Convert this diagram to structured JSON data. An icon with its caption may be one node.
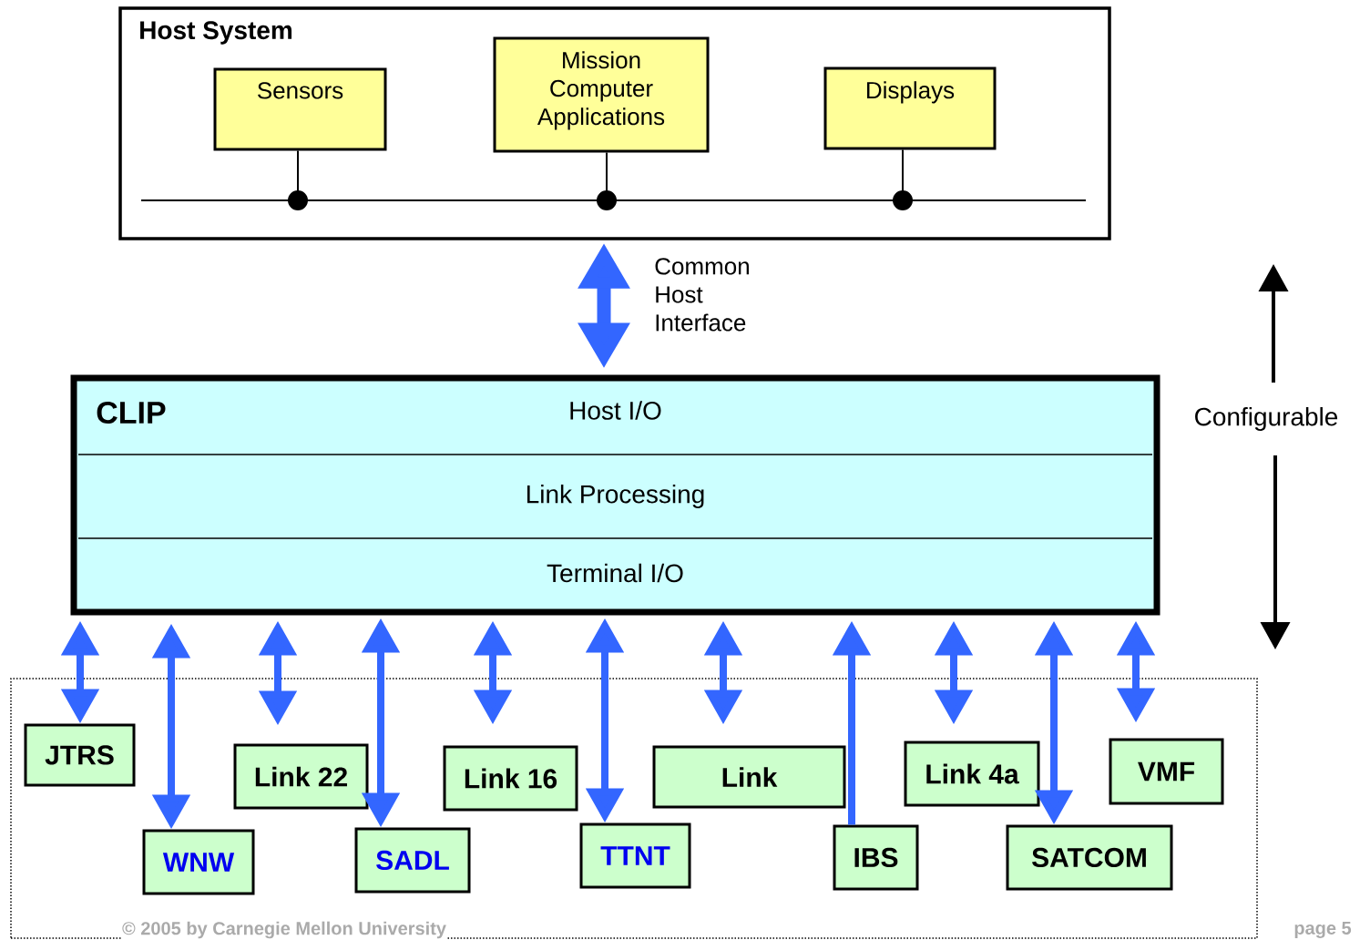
{
  "diagram": {
    "nodes": [
      {
        "text": [
          "Host System"
        ]
      },
      {
        "text": [
          "Sensors"
        ],
        "in": 0
      },
      {
        "text": [
          "Mission Computer Applications"
        ],
        "in": 0
      },
      {
        "text": [
          "Displays"
        ],
        "in": 0
      },
      {
        "text": [],
        "shape": "bar",
        "in": 0
      },
      {
        "text": [
          "CLIP"
        ]
      },
      {
        "text": [
          "Host I/O"
        ],
        "in": 5
      },
      {
        "text": [
          "Link Processing"
        ],
        "in": 5
      },
      {
        "text": [
          "Terminal I/O"
        ],
        "in": 5
      },
      {
        "text": [],
        "shape": "box"
      },
      {
        "text": [
          "JTRS"
        ],
        "in": 9
      },
      {
        "text": [
          "WNW"
        ],
        "in": 9
      },
      {
        "text": [
          "Link 22"
        ],
        "in": 9
      },
      {
        "text": [
          "SADL"
        ],
        "in": 9
      },
      {
        "text": [
          "Link 16"
        ],
        "in": 9
      },
      {
        "text": [
          "TTNT"
        ],
        "in": 9
      },
      {
        "text": [
          "Link"
        ],
        "in": 9
      },
      {
        "text": [
          "IBS"
        ],
        "in": 9
      },
      {
        "text": [
          "Link 4a"
        ],
        "in": 9
      },
      {
        "text": [
          "SATCOM"
        ],
        "in": 9
      },
      {
        "text": [
          "VMF"
        ],
        "in": 9
      }
    ],
    "edges": [
      {
        "from": 0,
        "to": 5,
        "arrow": "both",
        "label": "Common Host Interface",
        "style": "thick"
      },
      {
        "from": 1,
        "to": 4,
        "arrow": "other",
        "color": "#000000"
      },
      {
        "from": 2,
        "to": 4,
        "arrow": "other",
        "color": "#000000"
      },
      {
        "from": 3,
        "to": 4,
        "arrow": "other",
        "color": "#000000"
      },
      {
        "from": 5,
        "to": 10,
        "arrow": "both"
      },
      {
        "from": 5,
        "to": 11,
        "arrow": "both"
      },
      {
        "from": 5,
        "to": 12,
        "arrow": "both"
      },
      {
        "from": 5,
        "to": 13,
        "arrow": "both"
      },
      {
        "from": 5,
        "to": 14,
        "arrow": "both"
      },
      {
        "from": 5,
        "to": 15,
        "arrow": "both"
      },
      {
        "from": 5,
        "to": 16,
        "arrow": "both"
      },
      {
        "from": 17,
        "to": 5,
        "arrow": "to"
      },
      {
        "from": 5,
        "to": 18,
        "arrow": "both"
      },
      {
        "from": 5,
        "to": 19,
        "arrow": "both"
      },
      {
        "from": 5,
        "to": 20,
        "arrow": "both"
      }
    ],
    "labels": [
      "Configurable",
      "© 2005 by Carnegie Mellon University",
      "page 5"
    ]
  }
}
